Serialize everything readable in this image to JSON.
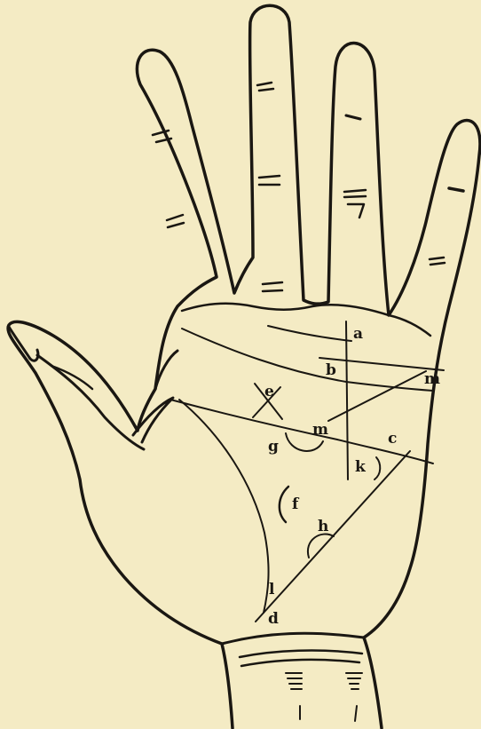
{
  "diagram": {
    "labels": {
      "a": "a",
      "b": "b",
      "m_upper": "m",
      "e": "e",
      "m_lower": "m",
      "c": "c",
      "g": "g",
      "k": "k",
      "f": "f",
      "h": "h",
      "l": "l",
      "d": "d"
    },
    "colors": {
      "paper": "#f4ebc4",
      "ink": "#1a1712"
    }
  }
}
